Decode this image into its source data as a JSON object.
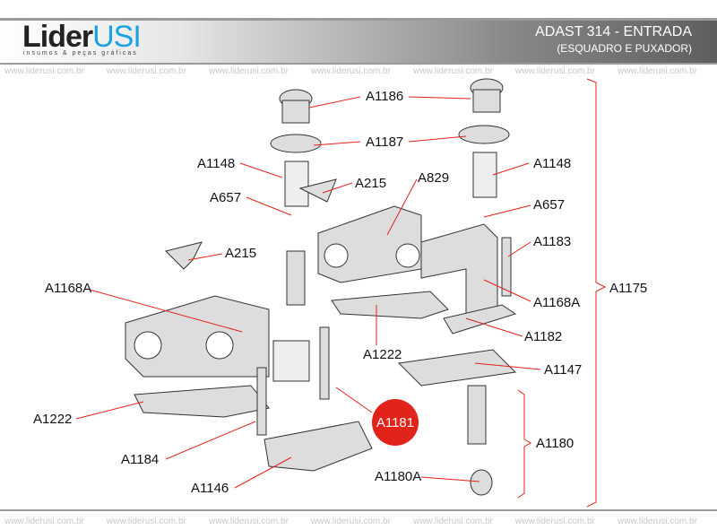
{
  "header": {
    "brand_a": "Lider",
    "brand_b": "USI",
    "tagline": "insumos & peças gráficas",
    "title": "ADAST 314 - ENTRADA",
    "subtitle": "(ESQUADRO E PUXADOR)"
  },
  "watermark": "www.liderusi.com.br",
  "labels": {
    "a1186": "A1186",
    "a1187": "A1187",
    "a1148_l": "A1148",
    "a1148_r": "A1148",
    "a215_t": "A215",
    "a829": "A829",
    "a657_l": "A657",
    "a657_r": "A657",
    "a1183": "A1183",
    "a215_l": "A215",
    "a1175": "A1175",
    "a1168a_l": "A1168A",
    "a1168a_r": "A1168A",
    "a1182": "A1182",
    "a1222_c": "A1222",
    "a1147": "A1147",
    "a1181": "A1181",
    "a1222_l": "A1222",
    "a1180": "A1180",
    "a1184": "A1184",
    "a1180a": "A1180A",
    "a1146": "A1146"
  },
  "colors": {
    "leader": "#e2231a",
    "highlight": "#e2231a"
  }
}
